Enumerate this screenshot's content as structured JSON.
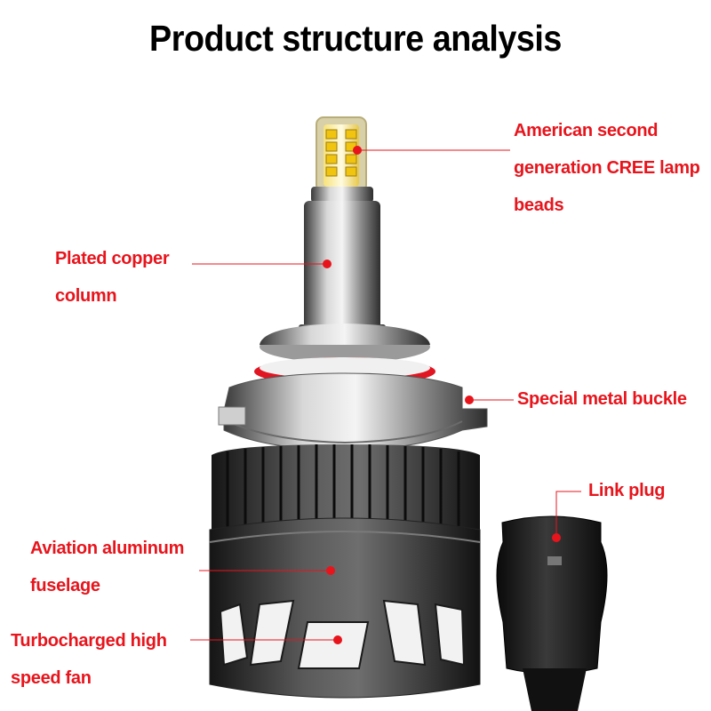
{
  "title": "Product structure analysis",
  "colors": {
    "label": "#e8141c",
    "title": "#000000",
    "background": "#ffffff"
  },
  "callouts": {
    "lamp_beads": [
      "American second",
      "generation CREE lamp",
      "beads"
    ],
    "copper_column": [
      "Plated copper",
      "column"
    ],
    "metal_buckle": [
      "Special metal buckle"
    ],
    "link_plug": [
      "Link plug"
    ],
    "aluminum_fuselage": [
      "Aviation aluminum",
      "fuselage"
    ],
    "fan": [
      "Turbocharged high",
      "speed fan"
    ]
  }
}
